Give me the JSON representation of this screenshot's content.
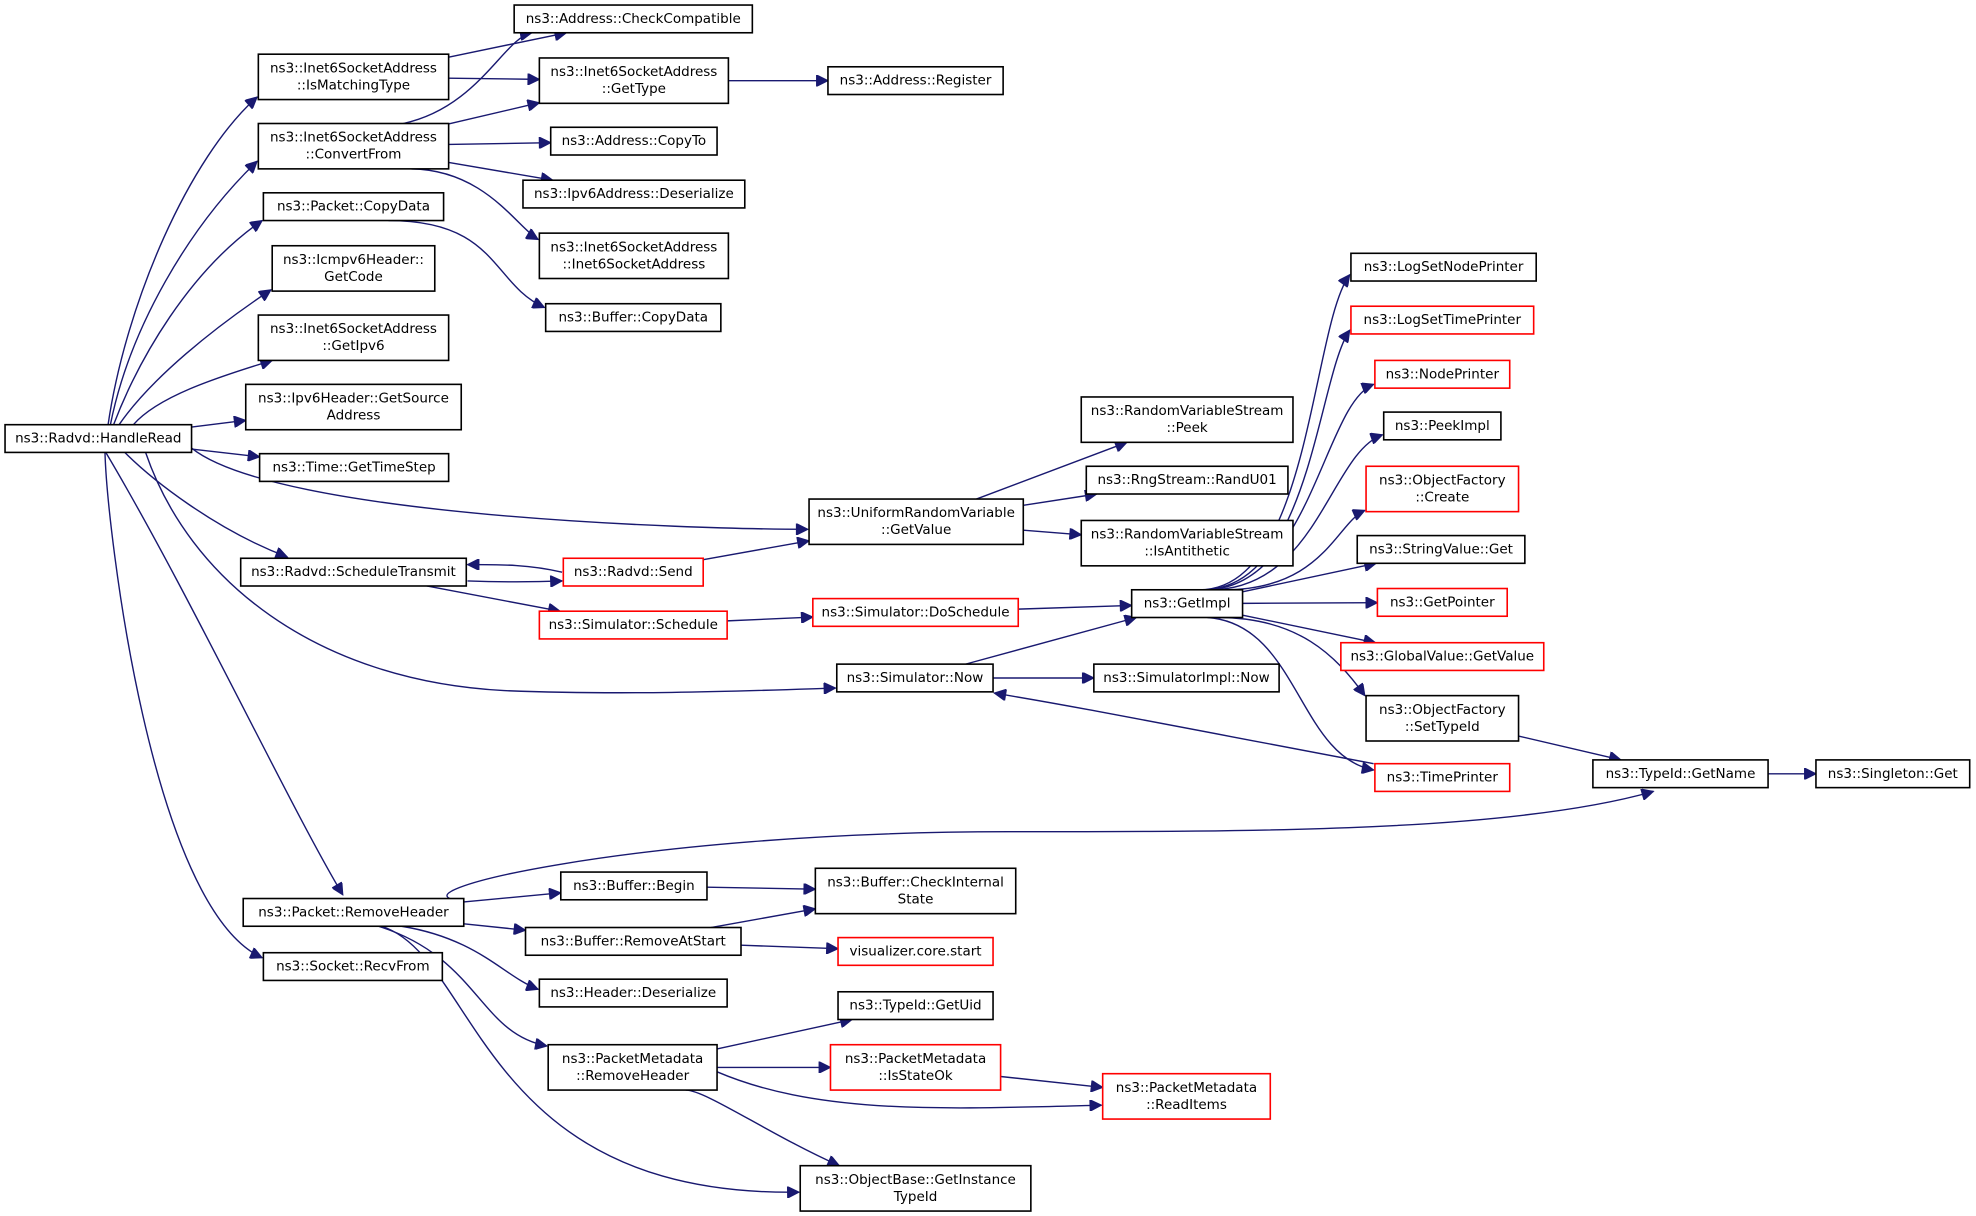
{
  "colors": {
    "edge": "#191970",
    "normal_border": "#000000",
    "truncated_border": "#ff0000",
    "root_fill": "#bfbfbf",
    "node_fill": "#ffffff"
  },
  "nodes": {
    "handle_read": {
      "lines": [
        "ns3::Radvd::HandleRead"
      ],
      "style": "root"
    },
    "is_matching_type": {
      "lines": [
        "ns3::Inet6SocketAddress",
        "::IsMatchingType"
      ],
      "style": "normal"
    },
    "convert_from": {
      "lines": [
        "ns3::Inet6SocketAddress",
        "::ConvertFrom"
      ],
      "style": "normal"
    },
    "packet_copy_data": {
      "lines": [
        "ns3::Packet::CopyData"
      ],
      "style": "normal"
    },
    "icmpv6_get_code": {
      "lines": [
        "ns3::Icmpv6Header::",
        "GetCode"
      ],
      "style": "normal"
    },
    "get_ipv6": {
      "lines": [
        "ns3::Inet6SocketAddress",
        "::GetIpv6"
      ],
      "style": "normal"
    },
    "get_source_address": {
      "lines": [
        "ns3::Ipv6Header::GetSource",
        "Address"
      ],
      "style": "normal"
    },
    "get_time_step": {
      "lines": [
        "ns3::Time::GetTimeStep"
      ],
      "style": "normal"
    },
    "schedule_transmit": {
      "lines": [
        "ns3::Radvd::ScheduleTransmit"
      ],
      "style": "normal"
    },
    "remove_header": {
      "lines": [
        "ns3::Packet::RemoveHeader"
      ],
      "style": "normal"
    },
    "recv_from": {
      "lines": [
        "ns3::Socket::RecvFrom"
      ],
      "style": "normal"
    },
    "check_compatible": {
      "lines": [
        "ns3::Address::CheckCompatible"
      ],
      "style": "normal"
    },
    "inet6_get_type": {
      "lines": [
        "ns3::Inet6SocketAddress",
        "::GetType"
      ],
      "style": "normal"
    },
    "address_register": {
      "lines": [
        "ns3::Address::Register"
      ],
      "style": "normal"
    },
    "copy_to": {
      "lines": [
        "ns3::Address::CopyTo"
      ],
      "style": "normal"
    },
    "ipv6_deserialize": {
      "lines": [
        "ns3::Ipv6Address::Deserialize"
      ],
      "style": "normal"
    },
    "inet6_ctor": {
      "lines": [
        "ns3::Inet6SocketAddress",
        "::Inet6SocketAddress"
      ],
      "style": "normal"
    },
    "buffer_copy_data": {
      "lines": [
        "ns3::Buffer::CopyData"
      ],
      "style": "normal"
    },
    "rvs_peek": {
      "lines": [
        "ns3::RandomVariableStream",
        "::Peek"
      ],
      "style": "normal"
    },
    "rand_u01": {
      "lines": [
        "ns3::RngStream::RandU01"
      ],
      "style": "normal"
    },
    "is_antithetic": {
      "lines": [
        "ns3::RandomVariableStream",
        "::IsAntithetic"
      ],
      "style": "normal"
    },
    "urv_get_value": {
      "lines": [
        "ns3::UniformRandomVariable",
        "::GetValue"
      ],
      "style": "normal"
    },
    "radvd_send": {
      "lines": [
        "ns3::Radvd::Send"
      ],
      "style": "truncated"
    },
    "sim_schedule": {
      "lines": [
        "ns3::Simulator::Schedule"
      ],
      "style": "truncated"
    },
    "do_schedule": {
      "lines": [
        "ns3::Simulator::DoSchedule"
      ],
      "style": "truncated"
    },
    "get_impl": {
      "lines": [
        "ns3::GetImpl"
      ],
      "style": "normal"
    },
    "sim_now": {
      "lines": [
        "ns3::Simulator::Now"
      ],
      "style": "normal"
    },
    "sim_impl_now": {
      "lines": [
        "ns3::SimulatorImpl::Now"
      ],
      "style": "normal"
    },
    "log_set_node_printer": {
      "lines": [
        "ns3::LogSetNodePrinter"
      ],
      "style": "normal"
    },
    "log_set_time_printer": {
      "lines": [
        "ns3::LogSetTimePrinter"
      ],
      "style": "truncated"
    },
    "node_printer": {
      "lines": [
        "ns3::NodePrinter"
      ],
      "style": "truncated"
    },
    "peek_impl": {
      "lines": [
        "ns3::PeekImpl"
      ],
      "style": "normal"
    },
    "of_create": {
      "lines": [
        "ns3::ObjectFactory",
        "::Create"
      ],
      "style": "truncated"
    },
    "string_value_get": {
      "lines": [
        "ns3::StringValue::Get"
      ],
      "style": "normal"
    },
    "get_pointer": {
      "lines": [
        "ns3::GetPointer"
      ],
      "style": "truncated"
    },
    "global_value_get": {
      "lines": [
        "ns3::GlobalValue::GetValue"
      ],
      "style": "truncated"
    },
    "of_set_type_id": {
      "lines": [
        "ns3::ObjectFactory",
        "::SetTypeId"
      ],
      "style": "normal"
    },
    "time_printer": {
      "lines": [
        "ns3::TimePrinter"
      ],
      "style": "truncated"
    },
    "typeid_get_name": {
      "lines": [
        "ns3::TypeId::GetName"
      ],
      "style": "normal"
    },
    "singleton_get": {
      "lines": [
        "ns3::Singleton::Get"
      ],
      "style": "normal"
    },
    "buffer_begin": {
      "lines": [
        "ns3::Buffer::Begin"
      ],
      "style": "normal"
    },
    "check_internal_state": {
      "lines": [
        "ns3::Buffer::CheckInternal",
        "State"
      ],
      "style": "normal"
    },
    "remove_at_start": {
      "lines": [
        "ns3::Buffer::RemoveAtStart"
      ],
      "style": "normal"
    },
    "viz_start": {
      "lines": [
        "visualizer.core.start"
      ],
      "style": "truncated"
    },
    "header_deserialize": {
      "lines": [
        "ns3::Header::Deserialize"
      ],
      "style": "normal"
    },
    "typeid_get_uid": {
      "lines": [
        "ns3::TypeId::GetUid"
      ],
      "style": "normal"
    },
    "pm_remove_header": {
      "lines": [
        "ns3::PacketMetadata",
        "::RemoveHeader"
      ],
      "style": "normal"
    },
    "pm_is_state_ok": {
      "lines": [
        "ns3::PacketMetadata",
        "::IsStateOk"
      ],
      "style": "truncated"
    },
    "pm_read_items": {
      "lines": [
        "ns3::PacketMetadata",
        "::ReadItems"
      ],
      "style": "truncated"
    },
    "get_instance_type_id": {
      "lines": [
        "ns3::ObjectBase::GetInstance",
        "TypeId"
      ],
      "style": "normal"
    }
  },
  "edges": [
    [
      "handle_read",
      "is_matching_type"
    ],
    [
      "handle_read",
      "convert_from"
    ],
    [
      "handle_read",
      "packet_copy_data"
    ],
    [
      "handle_read",
      "icmpv6_get_code"
    ],
    [
      "handle_read",
      "get_ipv6"
    ],
    [
      "handle_read",
      "get_source_address"
    ],
    [
      "handle_read",
      "get_time_step"
    ],
    [
      "handle_read",
      "urv_get_value"
    ],
    [
      "handle_read",
      "schedule_transmit"
    ],
    [
      "handle_read",
      "sim_now"
    ],
    [
      "handle_read",
      "remove_header"
    ],
    [
      "handle_read",
      "recv_from"
    ],
    [
      "is_matching_type",
      "check_compatible"
    ],
    [
      "is_matching_type",
      "inet6_get_type"
    ],
    [
      "convert_from",
      "check_compatible"
    ],
    [
      "convert_from",
      "inet6_get_type"
    ],
    [
      "convert_from",
      "copy_to"
    ],
    [
      "convert_from",
      "ipv6_deserialize"
    ],
    [
      "convert_from",
      "inet6_ctor"
    ],
    [
      "inet6_get_type",
      "address_register"
    ],
    [
      "packet_copy_data",
      "buffer_copy_data"
    ],
    [
      "urv_get_value",
      "rvs_peek"
    ],
    [
      "urv_get_value",
      "rand_u01"
    ],
    [
      "urv_get_value",
      "is_antithetic"
    ],
    [
      "schedule_transmit",
      "radvd_send"
    ],
    [
      "schedule_transmit",
      "sim_schedule"
    ],
    [
      "radvd_send",
      "schedule_transmit"
    ],
    [
      "radvd_send",
      "urv_get_value"
    ],
    [
      "sim_schedule",
      "do_schedule"
    ],
    [
      "do_schedule",
      "get_impl"
    ],
    [
      "sim_now",
      "get_impl"
    ],
    [
      "sim_now",
      "sim_impl_now"
    ],
    [
      "get_impl",
      "log_set_node_printer"
    ],
    [
      "get_impl",
      "log_set_time_printer"
    ],
    [
      "get_impl",
      "node_printer"
    ],
    [
      "get_impl",
      "peek_impl"
    ],
    [
      "get_impl",
      "of_create"
    ],
    [
      "get_impl",
      "string_value_get"
    ],
    [
      "get_impl",
      "get_pointer"
    ],
    [
      "get_impl",
      "global_value_get"
    ],
    [
      "get_impl",
      "of_set_type_id"
    ],
    [
      "get_impl",
      "time_printer"
    ],
    [
      "time_printer",
      "sim_now"
    ],
    [
      "of_set_type_id",
      "typeid_get_name"
    ],
    [
      "typeid_get_name",
      "singleton_get"
    ],
    [
      "remove_header",
      "typeid_get_name"
    ],
    [
      "remove_header",
      "buffer_begin"
    ],
    [
      "remove_header",
      "remove_at_start"
    ],
    [
      "remove_header",
      "header_deserialize"
    ],
    [
      "remove_header",
      "pm_remove_header"
    ],
    [
      "remove_header",
      "get_instance_type_id"
    ],
    [
      "buffer_begin",
      "check_internal_state"
    ],
    [
      "remove_at_start",
      "check_internal_state"
    ],
    [
      "remove_at_start",
      "viz_start"
    ],
    [
      "pm_remove_header",
      "typeid_get_uid"
    ],
    [
      "pm_remove_header",
      "pm_is_state_ok"
    ],
    [
      "pm_remove_header",
      "pm_read_items"
    ],
    [
      "pm_remove_header",
      "get_instance_type_id"
    ],
    [
      "pm_is_state_ok",
      "pm_read_items"
    ]
  ]
}
